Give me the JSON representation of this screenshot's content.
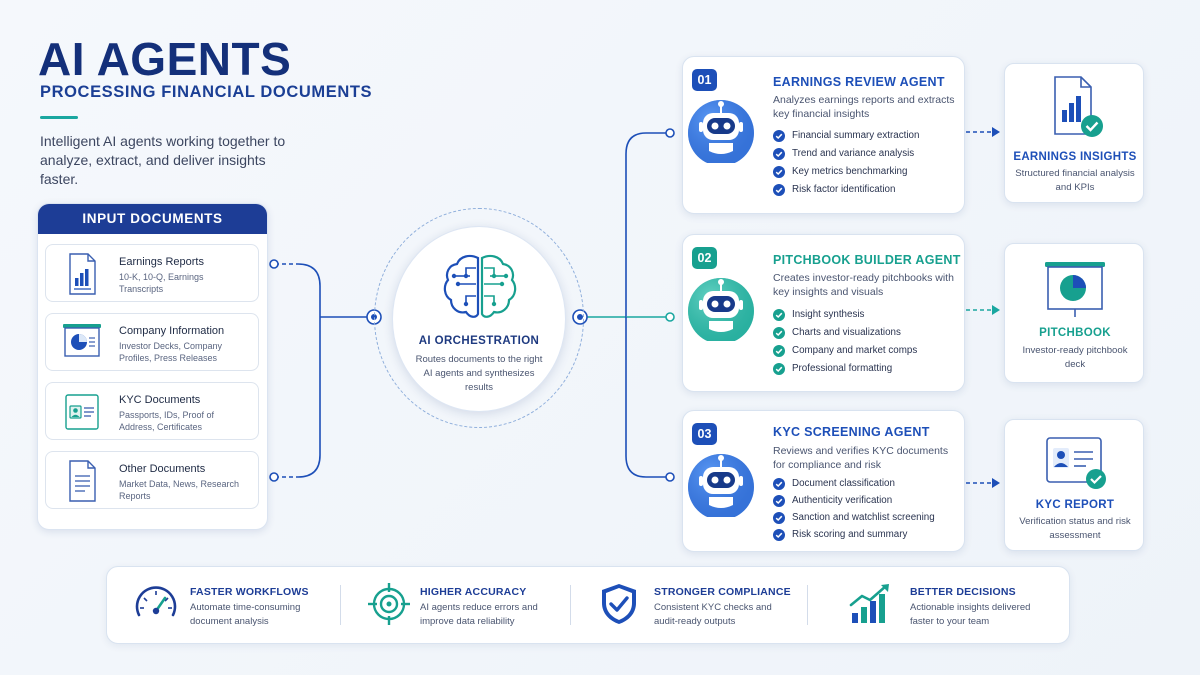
{
  "header": {
    "title": "AI AGENTS",
    "subtitle": "PROCESSING FINANCIAL DOCUMENTS",
    "intro": "Intelligent AI agents working together to analyze, extract, and deliver insights faster."
  },
  "input_panel": {
    "title": "INPUT DOCUMENTS",
    "documents": [
      {
        "title": "Earnings Reports",
        "subtitle": "10-K, 10-Q, Earnings Transcripts",
        "icon": "bar-chart-document-icon"
      },
      {
        "title": "Company Information",
        "subtitle": "Investor Decks, Company Profiles, Press Releases",
        "icon": "pie-chart-presentation-icon"
      },
      {
        "title": "KYC Documents",
        "subtitle": "Passports, IDs, Proof of Address, Certificates",
        "icon": "id-card-icon"
      },
      {
        "title": "Other Documents",
        "subtitle": "Market Data, News, Research Reports",
        "icon": "text-document-icon"
      }
    ]
  },
  "orchestration": {
    "title": "AI ORCHESTRATION",
    "description": "Routes documents to the right AI agents and synthesizes results",
    "icon": "brain-circuit-icon"
  },
  "agents": [
    {
      "number": "01",
      "title": "EARNINGS REVIEW AGENT",
      "description": "Analyzes earnings reports and extracts key financial insights",
      "items": [
        "Financial summary extraction",
        "Trend and variance analysis",
        "Key metrics benchmarking",
        "Risk factor identification"
      ],
      "accent": "#1d4fb8",
      "icon": "robot-icon"
    },
    {
      "number": "02",
      "title": "PITCHBOOK BUILDER AGENT",
      "description": "Creates investor-ready pitchbooks with key insights and visuals",
      "items": [
        "Insight synthesis",
        "Charts and visualizations",
        "Company and market comps",
        "Professional formatting"
      ],
      "accent": "#17a08f",
      "icon": "robot-icon"
    },
    {
      "number": "03",
      "title": "KYC SCREENING AGENT",
      "description": "Reviews and verifies KYC documents for compliance and risk",
      "items": [
        "Document classification",
        "Authenticity verification",
        "Sanction and watchlist screening",
        "Risk scoring and summary"
      ],
      "accent": "#1d4fb8",
      "icon": "robot-icon"
    }
  ],
  "outputs": [
    {
      "title": "EARNINGS INSIGHTS",
      "description": "Structured financial analysis and KPIs",
      "accent": "#1d4fb8",
      "icon": "report-check-icon"
    },
    {
      "title": "PITCHBOOK",
      "description": "Investor-ready pitchbook deck",
      "accent": "#17a08f",
      "icon": "presentation-pie-icon"
    },
    {
      "title": "KYC REPORT",
      "description": "Verification status and risk assessment",
      "accent": "#1d4fb8",
      "icon": "id-card-check-icon"
    }
  ],
  "benefits": [
    {
      "title": "FASTER WORKFLOWS",
      "description": "Automate time-consuming document analysis",
      "icon": "speedometer-icon"
    },
    {
      "title": "HIGHER ACCURACY",
      "description": "AI agents reduce errors and improve data reliability",
      "icon": "target-icon"
    },
    {
      "title": "STRONGER COMPLIANCE",
      "description": "Consistent KYC checks and audit-ready outputs",
      "icon": "shield-check-icon"
    },
    {
      "title": "BETTER DECISIONS",
      "description": "Actionable insights delivered faster to your team",
      "icon": "growth-chart-icon"
    }
  ],
  "colors": {
    "navy": "#14307a",
    "blue": "#1d4fb8",
    "teal": "#17a08f",
    "connector_blue": "#1d4fb8",
    "connector_teal": "#1aa7a0"
  }
}
